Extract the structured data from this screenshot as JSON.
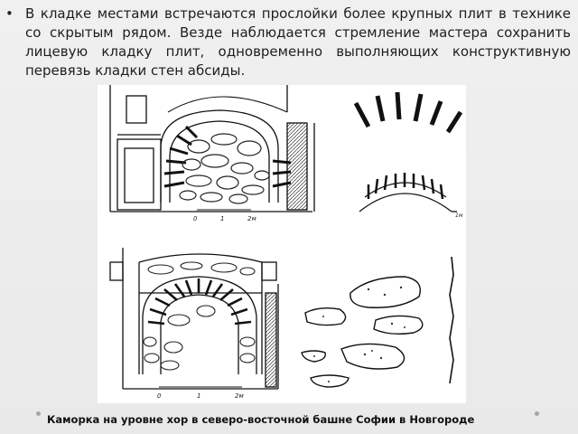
{
  "slide": {
    "bullet_glyph": "•",
    "paragraph": "В кладке местами встречаются прослойки более крупных плит в технике со скрытым рядом. Везде наблюдается стремление мастера сохранить лицевую кладку плит, одновременно выполняющих конструктивную перевязь кладки стен абсиды.",
    "caption": "Каморка на уровне хор в северо-восточной башне Софии в Новгороде"
  },
  "figure": {
    "scale_labels": [
      "0",
      "1",
      "2м"
    ],
    "scale_label_right": "1м"
  }
}
